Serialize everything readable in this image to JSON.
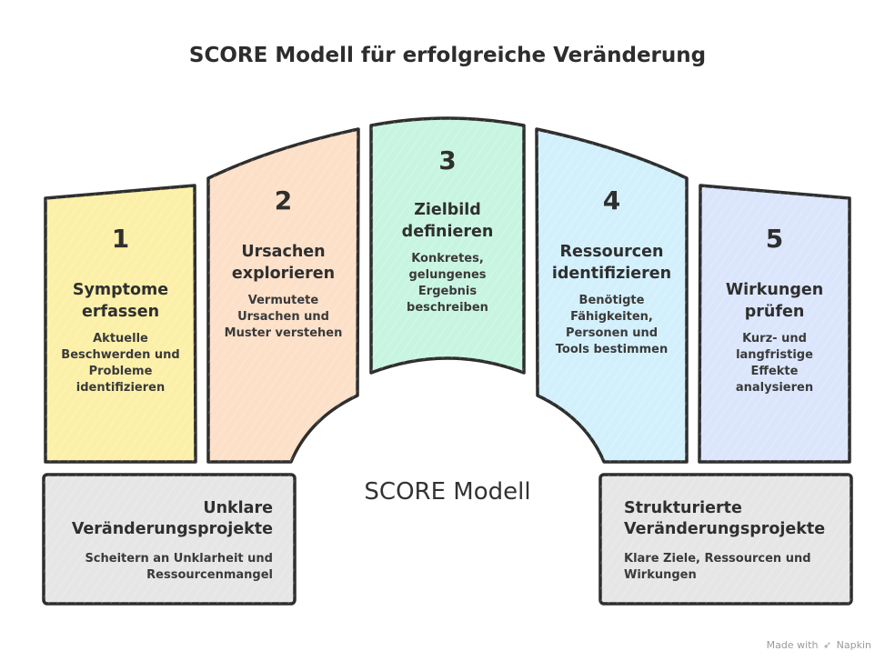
{
  "title": "SCORE Modell für erfolgreiche Veränderung",
  "center_label": "SCORE Modell",
  "colors": {
    "step1": "#fcf0a8",
    "step2": "#fde0c8",
    "step3": "#c8f5e2",
    "step4": "#d2f0fc",
    "step5": "#dbe6fc",
    "box": "#e6e6e6",
    "stroke": "#2e2e2e"
  },
  "steps": [
    {
      "number": "1",
      "heading1": "Symptome",
      "heading2": "erfassen",
      "desc1": "Aktuelle",
      "desc2": "Beschwerden und",
      "desc3": "Probleme",
      "desc4": "identifizieren"
    },
    {
      "number": "2",
      "heading1": "Ursachen",
      "heading2": "explorieren",
      "desc1": "Vermutete",
      "desc2": "Ursachen und",
      "desc3": "Muster verstehen"
    },
    {
      "number": "3",
      "heading1": "Zielbild",
      "heading2": "definieren",
      "desc1": "Konkretes,",
      "desc2": "gelungenes",
      "desc3": "Ergebnis",
      "desc4": "beschreiben"
    },
    {
      "number": "4",
      "heading1": "Ressourcen",
      "heading2": "identifizieren",
      "desc1": "Benötigte",
      "desc2": "Fähigkeiten,",
      "desc3": "Personen und",
      "desc4": "Tools bestimmen"
    },
    {
      "number": "5",
      "heading1": "Wirkungen",
      "heading2": "prüfen",
      "desc1": "Kurz- und",
      "desc2": "langfristige",
      "desc3": "Effekte",
      "desc4": "analysieren"
    }
  ],
  "left_box": {
    "heading1": "Unklare",
    "heading2": "Veränderungsprojekte",
    "desc1": "Scheitern an Unklarheit und",
    "desc2": "Ressourcenmangel"
  },
  "right_box": {
    "heading1": "Strukturierte",
    "heading2": "Veränderungsprojekte",
    "desc1": "Klare Ziele, Ressourcen und",
    "desc2": "Wirkungen"
  },
  "footer": {
    "made_with": "Made with",
    "brand": "Napkin",
    "brand_icon": "napkin-arrow-icon"
  }
}
